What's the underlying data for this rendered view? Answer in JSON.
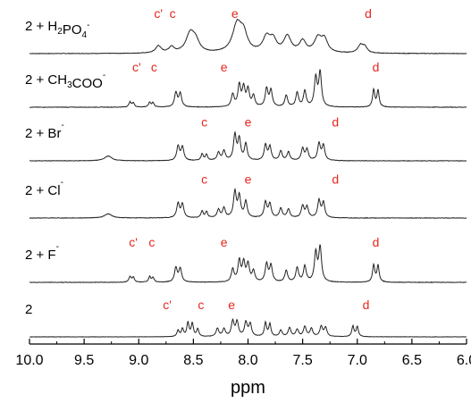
{
  "chart_data": {
    "type": "line",
    "title": "",
    "xlabel": "ppm",
    "ylabel": "",
    "xlim": [
      10.0,
      6.0
    ],
    "x_reversed": true,
    "x_ticks": [
      10.0,
      9.5,
      9.0,
      8.5,
      8.0,
      7.5,
      7.0,
      6.5,
      6.0
    ],
    "x_tick_labels": [
      "10.0",
      "9.5",
      "9.0",
      "8.5",
      "8.0",
      "7.5",
      "7.0",
      "6.5",
      "6.0"
    ],
    "grid": false,
    "legend": "none",
    "colors": {
      "trace": "#222222",
      "annotation": "#e8251f",
      "axis": "#000000"
    },
    "series": [
      {
        "label": "2 + H2PO4-",
        "label_parts": [
          [
            "text",
            "2 + H"
          ],
          [
            "sub",
            "2"
          ],
          [
            "text",
            "PO"
          ],
          [
            "sub",
            "4"
          ],
          [
            "sup",
            "-"
          ]
        ],
        "peaks": [
          {
            "ppm": 8.82,
            "h": 0.2,
            "w": 0.03
          },
          {
            "ppm": 8.7,
            "h": 0.16,
            "w": 0.03
          },
          {
            "ppm": 8.53,
            "h": 0.52,
            "w": 0.045
          },
          {
            "ppm": 8.48,
            "h": 0.3,
            "w": 0.04
          },
          {
            "ppm": 8.1,
            "h": 0.78,
            "w": 0.05
          },
          {
            "ppm": 8.04,
            "h": 0.45,
            "w": 0.04
          },
          {
            "ppm": 7.83,
            "h": 0.42,
            "w": 0.04
          },
          {
            "ppm": 7.77,
            "h": 0.33,
            "w": 0.035
          },
          {
            "ppm": 7.64,
            "h": 0.45,
            "w": 0.04
          },
          {
            "ppm": 7.5,
            "h": 0.32,
            "w": 0.035
          },
          {
            "ppm": 7.36,
            "h": 0.4,
            "w": 0.04
          },
          {
            "ppm": 7.3,
            "h": 0.35,
            "w": 0.035
          },
          {
            "ppm": 6.97,
            "h": 0.22,
            "w": 0.03
          },
          {
            "ppm": 6.93,
            "h": 0.15,
            "w": 0.025
          }
        ],
        "annotations": [
          {
            "text": "c'",
            "ppm": 8.82
          },
          {
            "text": "c",
            "ppm": 8.69
          },
          {
            "text": "e",
            "ppm": 8.12
          },
          {
            "text": "d",
            "ppm": 6.9
          }
        ]
      },
      {
        "label": "2 + CH3COO-",
        "label_parts": [
          [
            "text",
            "2 + CH"
          ],
          [
            "sub",
            "3"
          ],
          [
            "text",
            "COO"
          ],
          [
            "sup",
            "-"
          ]
        ],
        "peaks": [
          {
            "ppm": 9.08,
            "h": 0.14,
            "w": 0.012
          },
          {
            "ppm": 9.05,
            "h": 0.12,
            "w": 0.012
          },
          {
            "ppm": 8.9,
            "h": 0.13,
            "w": 0.012
          },
          {
            "ppm": 8.87,
            "h": 0.12,
            "w": 0.012
          },
          {
            "ppm": 8.66,
            "h": 0.4,
            "w": 0.015
          },
          {
            "ppm": 8.62,
            "h": 0.38,
            "w": 0.015
          },
          {
            "ppm": 8.14,
            "h": 0.35,
            "w": 0.015
          },
          {
            "ppm": 8.08,
            "h": 0.6,
            "w": 0.015
          },
          {
            "ppm": 8.04,
            "h": 0.52,
            "w": 0.015
          },
          {
            "ppm": 8.0,
            "h": 0.48,
            "w": 0.015
          },
          {
            "ppm": 7.95,
            "h": 0.3,
            "w": 0.015
          },
          {
            "ppm": 7.83,
            "h": 0.5,
            "w": 0.015
          },
          {
            "ppm": 7.79,
            "h": 0.45,
            "w": 0.015
          },
          {
            "ppm": 7.65,
            "h": 0.32,
            "w": 0.015
          },
          {
            "ppm": 7.55,
            "h": 0.4,
            "w": 0.015
          },
          {
            "ppm": 7.48,
            "h": 0.44,
            "w": 0.015
          },
          {
            "ppm": 7.38,
            "h": 0.8,
            "w": 0.015
          },
          {
            "ppm": 7.34,
            "h": 0.95,
            "w": 0.015
          },
          {
            "ppm": 6.85,
            "h": 0.48,
            "w": 0.012
          },
          {
            "ppm": 6.81,
            "h": 0.46,
            "w": 0.012
          }
        ],
        "annotations": [
          {
            "text": "c'",
            "ppm": 9.02
          },
          {
            "text": "c",
            "ppm": 8.86
          },
          {
            "text": "e",
            "ppm": 8.22
          },
          {
            "text": "d",
            "ppm": 6.83
          }
        ]
      },
      {
        "label": "2 + Br-",
        "label_parts": [
          [
            "text",
            "2 + Br"
          ],
          [
            "sup",
            "-"
          ]
        ],
        "peaks": [
          {
            "ppm": 9.28,
            "h": 0.14,
            "w": 0.04
          },
          {
            "ppm": 8.64,
            "h": 0.42,
            "w": 0.015
          },
          {
            "ppm": 8.6,
            "h": 0.4,
            "w": 0.015
          },
          {
            "ppm": 8.42,
            "h": 0.2,
            "w": 0.012
          },
          {
            "ppm": 8.38,
            "h": 0.18,
            "w": 0.012
          },
          {
            "ppm": 8.27,
            "h": 0.24,
            "w": 0.015
          },
          {
            "ppm": 8.22,
            "h": 0.28,
            "w": 0.015
          },
          {
            "ppm": 8.12,
            "h": 0.75,
            "w": 0.015
          },
          {
            "ppm": 8.08,
            "h": 0.62,
            "w": 0.015
          },
          {
            "ppm": 8.02,
            "h": 0.48,
            "w": 0.015
          },
          {
            "ppm": 7.84,
            "h": 0.45,
            "w": 0.015
          },
          {
            "ppm": 7.8,
            "h": 0.4,
            "w": 0.015
          },
          {
            "ppm": 7.7,
            "h": 0.28,
            "w": 0.015
          },
          {
            "ppm": 7.63,
            "h": 0.25,
            "w": 0.015
          },
          {
            "ppm": 7.5,
            "h": 0.35,
            "w": 0.015
          },
          {
            "ppm": 7.46,
            "h": 0.32,
            "w": 0.015
          },
          {
            "ppm": 7.35,
            "h": 0.5,
            "w": 0.015
          },
          {
            "ppm": 7.31,
            "h": 0.44,
            "w": 0.015
          }
        ],
        "annotations": [
          {
            "text": "c",
            "ppm": 8.4
          },
          {
            "text": "e",
            "ppm": 8.0
          },
          {
            "text": "d",
            "ppm": 7.2
          }
        ]
      },
      {
        "label": "2 + Cl-",
        "label_parts": [
          [
            "text",
            "2 + Cl"
          ],
          [
            "sup",
            "-"
          ]
        ],
        "peaks": [
          {
            "ppm": 9.28,
            "h": 0.12,
            "w": 0.04
          },
          {
            "ppm": 8.64,
            "h": 0.42,
            "w": 0.015
          },
          {
            "ppm": 8.6,
            "h": 0.4,
            "w": 0.015
          },
          {
            "ppm": 8.42,
            "h": 0.2,
            "w": 0.012
          },
          {
            "ppm": 8.38,
            "h": 0.18,
            "w": 0.012
          },
          {
            "ppm": 8.27,
            "h": 0.24,
            "w": 0.015
          },
          {
            "ppm": 8.22,
            "h": 0.28,
            "w": 0.015
          },
          {
            "ppm": 8.12,
            "h": 0.75,
            "w": 0.015
          },
          {
            "ppm": 8.08,
            "h": 0.62,
            "w": 0.015
          },
          {
            "ppm": 8.02,
            "h": 0.48,
            "w": 0.015
          },
          {
            "ppm": 7.84,
            "h": 0.45,
            "w": 0.015
          },
          {
            "ppm": 7.8,
            "h": 0.4,
            "w": 0.015
          },
          {
            "ppm": 7.7,
            "h": 0.28,
            "w": 0.015
          },
          {
            "ppm": 7.63,
            "h": 0.25,
            "w": 0.015
          },
          {
            "ppm": 7.5,
            "h": 0.35,
            "w": 0.015
          },
          {
            "ppm": 7.46,
            "h": 0.32,
            "w": 0.015
          },
          {
            "ppm": 7.35,
            "h": 0.5,
            "w": 0.015
          },
          {
            "ppm": 7.31,
            "h": 0.44,
            "w": 0.015
          }
        ],
        "annotations": [
          {
            "text": "c",
            "ppm": 8.4
          },
          {
            "text": "e",
            "ppm": 8.0
          },
          {
            "text": "d",
            "ppm": 7.2
          }
        ]
      },
      {
        "label": "2 + F-",
        "label_parts": [
          [
            "text",
            "2 + F"
          ],
          [
            "sup",
            "-"
          ]
        ],
        "peaks": [
          {
            "ppm": 9.08,
            "h": 0.16,
            "w": 0.012
          },
          {
            "ppm": 9.05,
            "h": 0.14,
            "w": 0.012
          },
          {
            "ppm": 8.9,
            "h": 0.15,
            "w": 0.012
          },
          {
            "ppm": 8.87,
            "h": 0.13,
            "w": 0.012
          },
          {
            "ppm": 8.66,
            "h": 0.4,
            "w": 0.015
          },
          {
            "ppm": 8.62,
            "h": 0.38,
            "w": 0.015
          },
          {
            "ppm": 8.14,
            "h": 0.35,
            "w": 0.015
          },
          {
            "ppm": 8.08,
            "h": 0.58,
            "w": 0.015
          },
          {
            "ppm": 8.04,
            "h": 0.52,
            "w": 0.015
          },
          {
            "ppm": 8.0,
            "h": 0.48,
            "w": 0.015
          },
          {
            "ppm": 7.95,
            "h": 0.3,
            "w": 0.015
          },
          {
            "ppm": 7.83,
            "h": 0.5,
            "w": 0.015
          },
          {
            "ppm": 7.79,
            "h": 0.45,
            "w": 0.015
          },
          {
            "ppm": 7.65,
            "h": 0.32,
            "w": 0.015
          },
          {
            "ppm": 7.55,
            "h": 0.4,
            "w": 0.015
          },
          {
            "ppm": 7.48,
            "h": 0.44,
            "w": 0.015
          },
          {
            "ppm": 7.38,
            "h": 0.8,
            "w": 0.015
          },
          {
            "ppm": 7.34,
            "h": 0.95,
            "w": 0.015
          },
          {
            "ppm": 6.85,
            "h": 0.48,
            "w": 0.012
          },
          {
            "ppm": 6.81,
            "h": 0.46,
            "w": 0.012
          }
        ],
        "annotations": [
          {
            "text": "c'",
            "ppm": 9.05
          },
          {
            "text": "c",
            "ppm": 8.88
          },
          {
            "text": "e",
            "ppm": 8.22
          },
          {
            "text": "d",
            "ppm": 6.83
          }
        ]
      },
      {
        "label": "2",
        "label_parts": [
          [
            "text",
            "2"
          ]
        ],
        "peaks": [
          {
            "ppm": 8.64,
            "h": 0.25,
            "w": 0.012
          },
          {
            "ppm": 8.6,
            "h": 0.3,
            "w": 0.012
          },
          {
            "ppm": 8.55,
            "h": 0.55,
            "w": 0.012
          },
          {
            "ppm": 8.51,
            "h": 0.52,
            "w": 0.012
          },
          {
            "ppm": 8.46,
            "h": 0.3,
            "w": 0.012
          },
          {
            "ppm": 8.28,
            "h": 0.32,
            "w": 0.015
          },
          {
            "ppm": 8.22,
            "h": 0.3,
            "w": 0.015
          },
          {
            "ppm": 8.14,
            "h": 0.6,
            "w": 0.015
          },
          {
            "ppm": 8.1,
            "h": 0.58,
            "w": 0.015
          },
          {
            "ppm": 8.02,
            "h": 0.56,
            "w": 0.015
          },
          {
            "ppm": 7.98,
            "h": 0.5,
            "w": 0.015
          },
          {
            "ppm": 7.84,
            "h": 0.55,
            "w": 0.012
          },
          {
            "ppm": 7.8,
            "h": 0.5,
            "w": 0.012
          },
          {
            "ppm": 7.7,
            "h": 0.25,
            "w": 0.015
          },
          {
            "ppm": 7.62,
            "h": 0.35,
            "w": 0.015
          },
          {
            "ppm": 7.55,
            "h": 0.28,
            "w": 0.015
          },
          {
            "ppm": 7.48,
            "h": 0.4,
            "w": 0.015
          },
          {
            "ppm": 7.42,
            "h": 0.32,
            "w": 0.015
          },
          {
            "ppm": 7.33,
            "h": 0.4,
            "w": 0.015
          },
          {
            "ppm": 7.29,
            "h": 0.36,
            "w": 0.015
          },
          {
            "ppm": 7.04,
            "h": 0.42,
            "w": 0.012
          },
          {
            "ppm": 7.0,
            "h": 0.4,
            "w": 0.012
          }
        ],
        "annotations": [
          {
            "text": "c'",
            "ppm": 8.74
          },
          {
            "text": "c",
            "ppm": 8.43
          },
          {
            "text": "e",
            "ppm": 8.15
          },
          {
            "text": "d",
            "ppm": 6.92
          }
        ]
      }
    ]
  }
}
